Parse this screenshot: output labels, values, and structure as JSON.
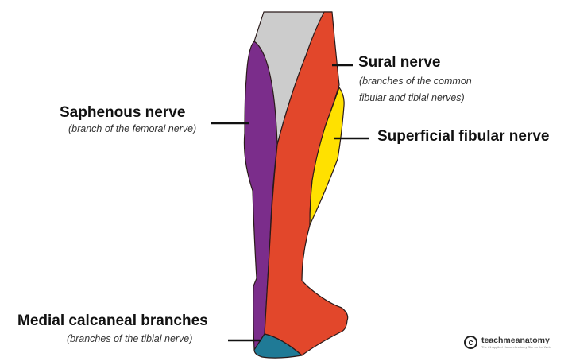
{
  "labels": {
    "saphenous": {
      "title": "Saphenous nerve",
      "subtitle": "(branch of the femoral nerve)"
    },
    "sural": {
      "title": "Sural nerve",
      "subtitle_line1": "(branches of the common",
      "subtitle_line2": "fibular and tibial nerves)"
    },
    "superficial_fibular": {
      "title": "Superficial fibular nerve"
    },
    "medial_calcaneal": {
      "title": "Medial calcaneal branches",
      "subtitle": "(branches of the tibial nerve)"
    }
  },
  "logo": {
    "name": "teachmeanatomy",
    "tagline": "The #1 Applied Human Anatomy Site on the Web"
  },
  "colors": {
    "saphenous": "#7b2d8b",
    "sural": "#e2472b",
    "superficial_fibular": "#ffe100",
    "medial_calcaneal": "#1f7a96",
    "unshaded": "#cccccc"
  }
}
